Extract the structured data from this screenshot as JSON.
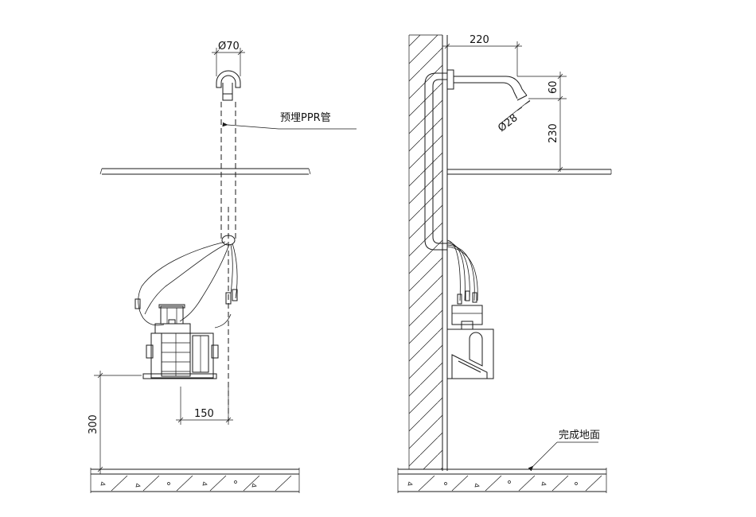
{
  "front_view": {
    "dim_pipe_diameter": "Ø70",
    "label_embedded_pipe": "预埋PPR管",
    "dim_horizontal_offset": "150",
    "dim_height_from_floor": "300"
  },
  "side_view": {
    "dim_spout_reach": "220",
    "dim_spout_drop": "60",
    "dim_spout_to_counter": "230",
    "dim_outlet_diameter": "Ø28",
    "label_finished_floor": "完成地面"
  }
}
